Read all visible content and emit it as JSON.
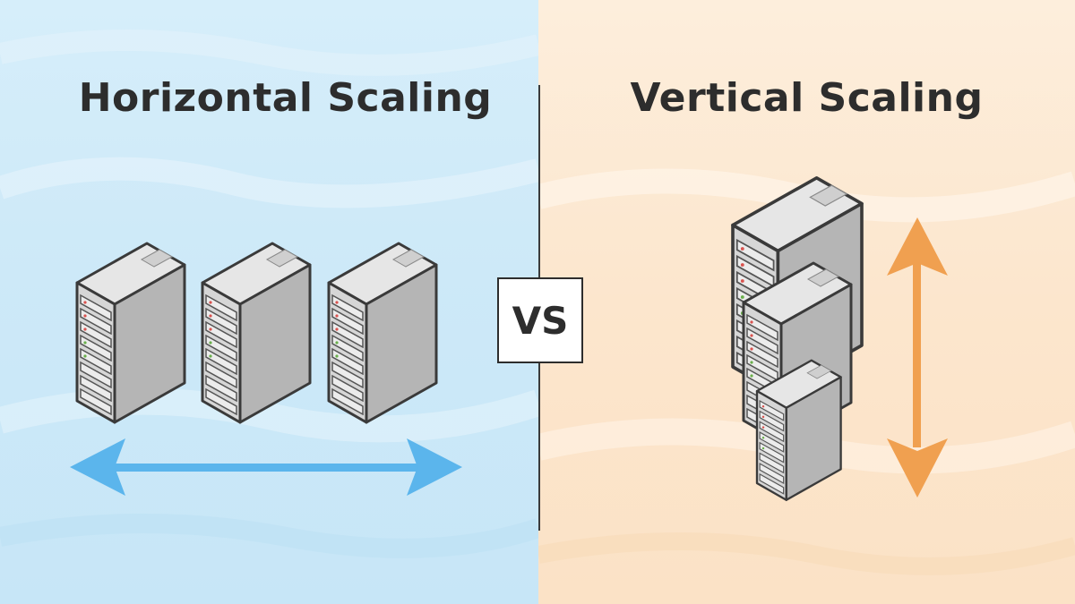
{
  "left": {
    "title": "Horizontal Scaling",
    "accent": "#5bb5ec"
  },
  "right": {
    "title": "Vertical Scaling",
    "accent": "#f0a050"
  },
  "comparison": {
    "label": "VS"
  },
  "colors": {
    "server_side": "#bdbdbd",
    "server_front": "#d4d4d4",
    "server_top": "#e8e8e8",
    "outline": "#3a3a3a",
    "text": "#2d2d2d"
  },
  "icons": {
    "server": "server-tower-icon",
    "horizontal_arrow": "double-arrow-horizontal-icon",
    "vertical_arrow": "double-arrow-vertical-icon"
  }
}
